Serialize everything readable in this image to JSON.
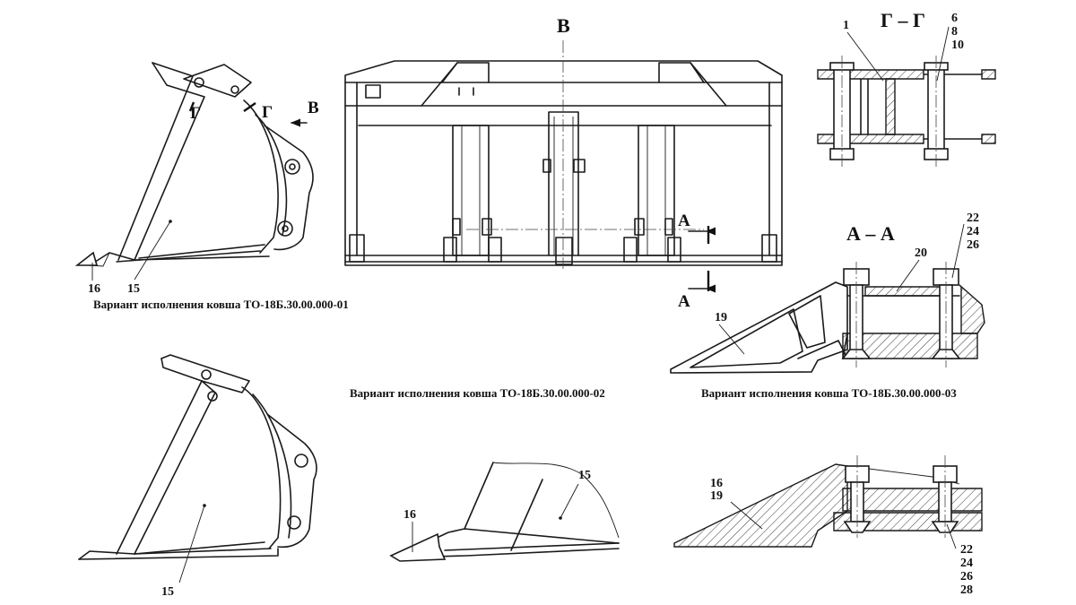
{
  "views": {
    "view_b": {
      "title": "В"
    },
    "section_g": {
      "title": "Г – Г",
      "label_1": "1",
      "label_6": "6",
      "label_8": "8",
      "label_10": "10"
    },
    "section_a": {
      "title": "А – А",
      "label_19": "19",
      "label_20": "20",
      "label_22": "22",
      "label_24": "24",
      "label_26": "26"
    },
    "side_view_top": {
      "label_g1": "Г",
      "label_g2": "Г",
      "label_b": "В",
      "label_16": "16",
      "label_15": "15"
    },
    "cut_marks": {
      "a_top": "А",
      "a_bottom": "А"
    },
    "side_view_bottom": {
      "label_15": "15"
    },
    "tooth_detail": {
      "label_16": "16",
      "label_15": "15"
    },
    "tooth_section": {
      "label_16": "16",
      "label_19": "19",
      "label_22": "22",
      "label_24": "24",
      "label_26": "26",
      "label_28": "28"
    }
  },
  "captions": {
    "variant_01": "Вариант исполнения ковша ТО-18Б.30.00.000-01",
    "variant_02": "Вариант исполнения ковша ТО-18Б.30.00.000-02",
    "variant_03": "Вариант исполнения ковша ТО-18Б.30.00.000-03"
  }
}
